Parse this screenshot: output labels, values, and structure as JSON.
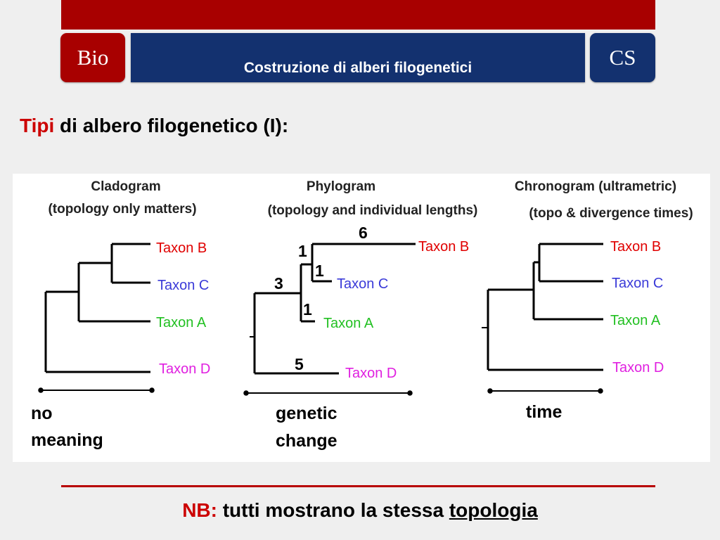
{
  "header": {
    "left_badge": "Bio",
    "right_badge": "CS",
    "title": "Costruzione di alberi filogenetici"
  },
  "subtitle": {
    "accent": "Tipi",
    "rest": "di albero filogenetico (I):"
  },
  "diagram": {
    "cladogram": {
      "title": "Cladogram",
      "subtitle": "(topology only matters)",
      "axis_label_line1": "no",
      "axis_label_line2": "meaning",
      "taxa": [
        "Taxon B",
        "Taxon C",
        "Taxon A",
        "Taxon D"
      ]
    },
    "phylogram": {
      "title": "Phylogram",
      "subtitle": "(topology and individual lengths)",
      "axis_label_line1": "genetic",
      "axis_label_line2": "change",
      "taxa": [
        "Taxon B",
        "Taxon C",
        "Taxon A",
        "Taxon D"
      ],
      "branch_lengths": [
        "6",
        "1",
        "1",
        "3",
        "1",
        "5"
      ]
    },
    "chronogram": {
      "title": "Chronogram (ultrametric)",
      "subtitle": "(topo & divergence times)",
      "axis_label": "time",
      "taxa": [
        "Taxon B",
        "Taxon C",
        "Taxon A",
        "Taxon D"
      ]
    },
    "colors": {
      "taxon_b": "#e00000",
      "taxon_c": "#3a3ad8",
      "taxon_a": "#22c022",
      "taxon_d": "#e020e0"
    }
  },
  "note": {
    "label": "NB:",
    "text": "tutti mostrano la stessa",
    "underlined": "topologia"
  }
}
